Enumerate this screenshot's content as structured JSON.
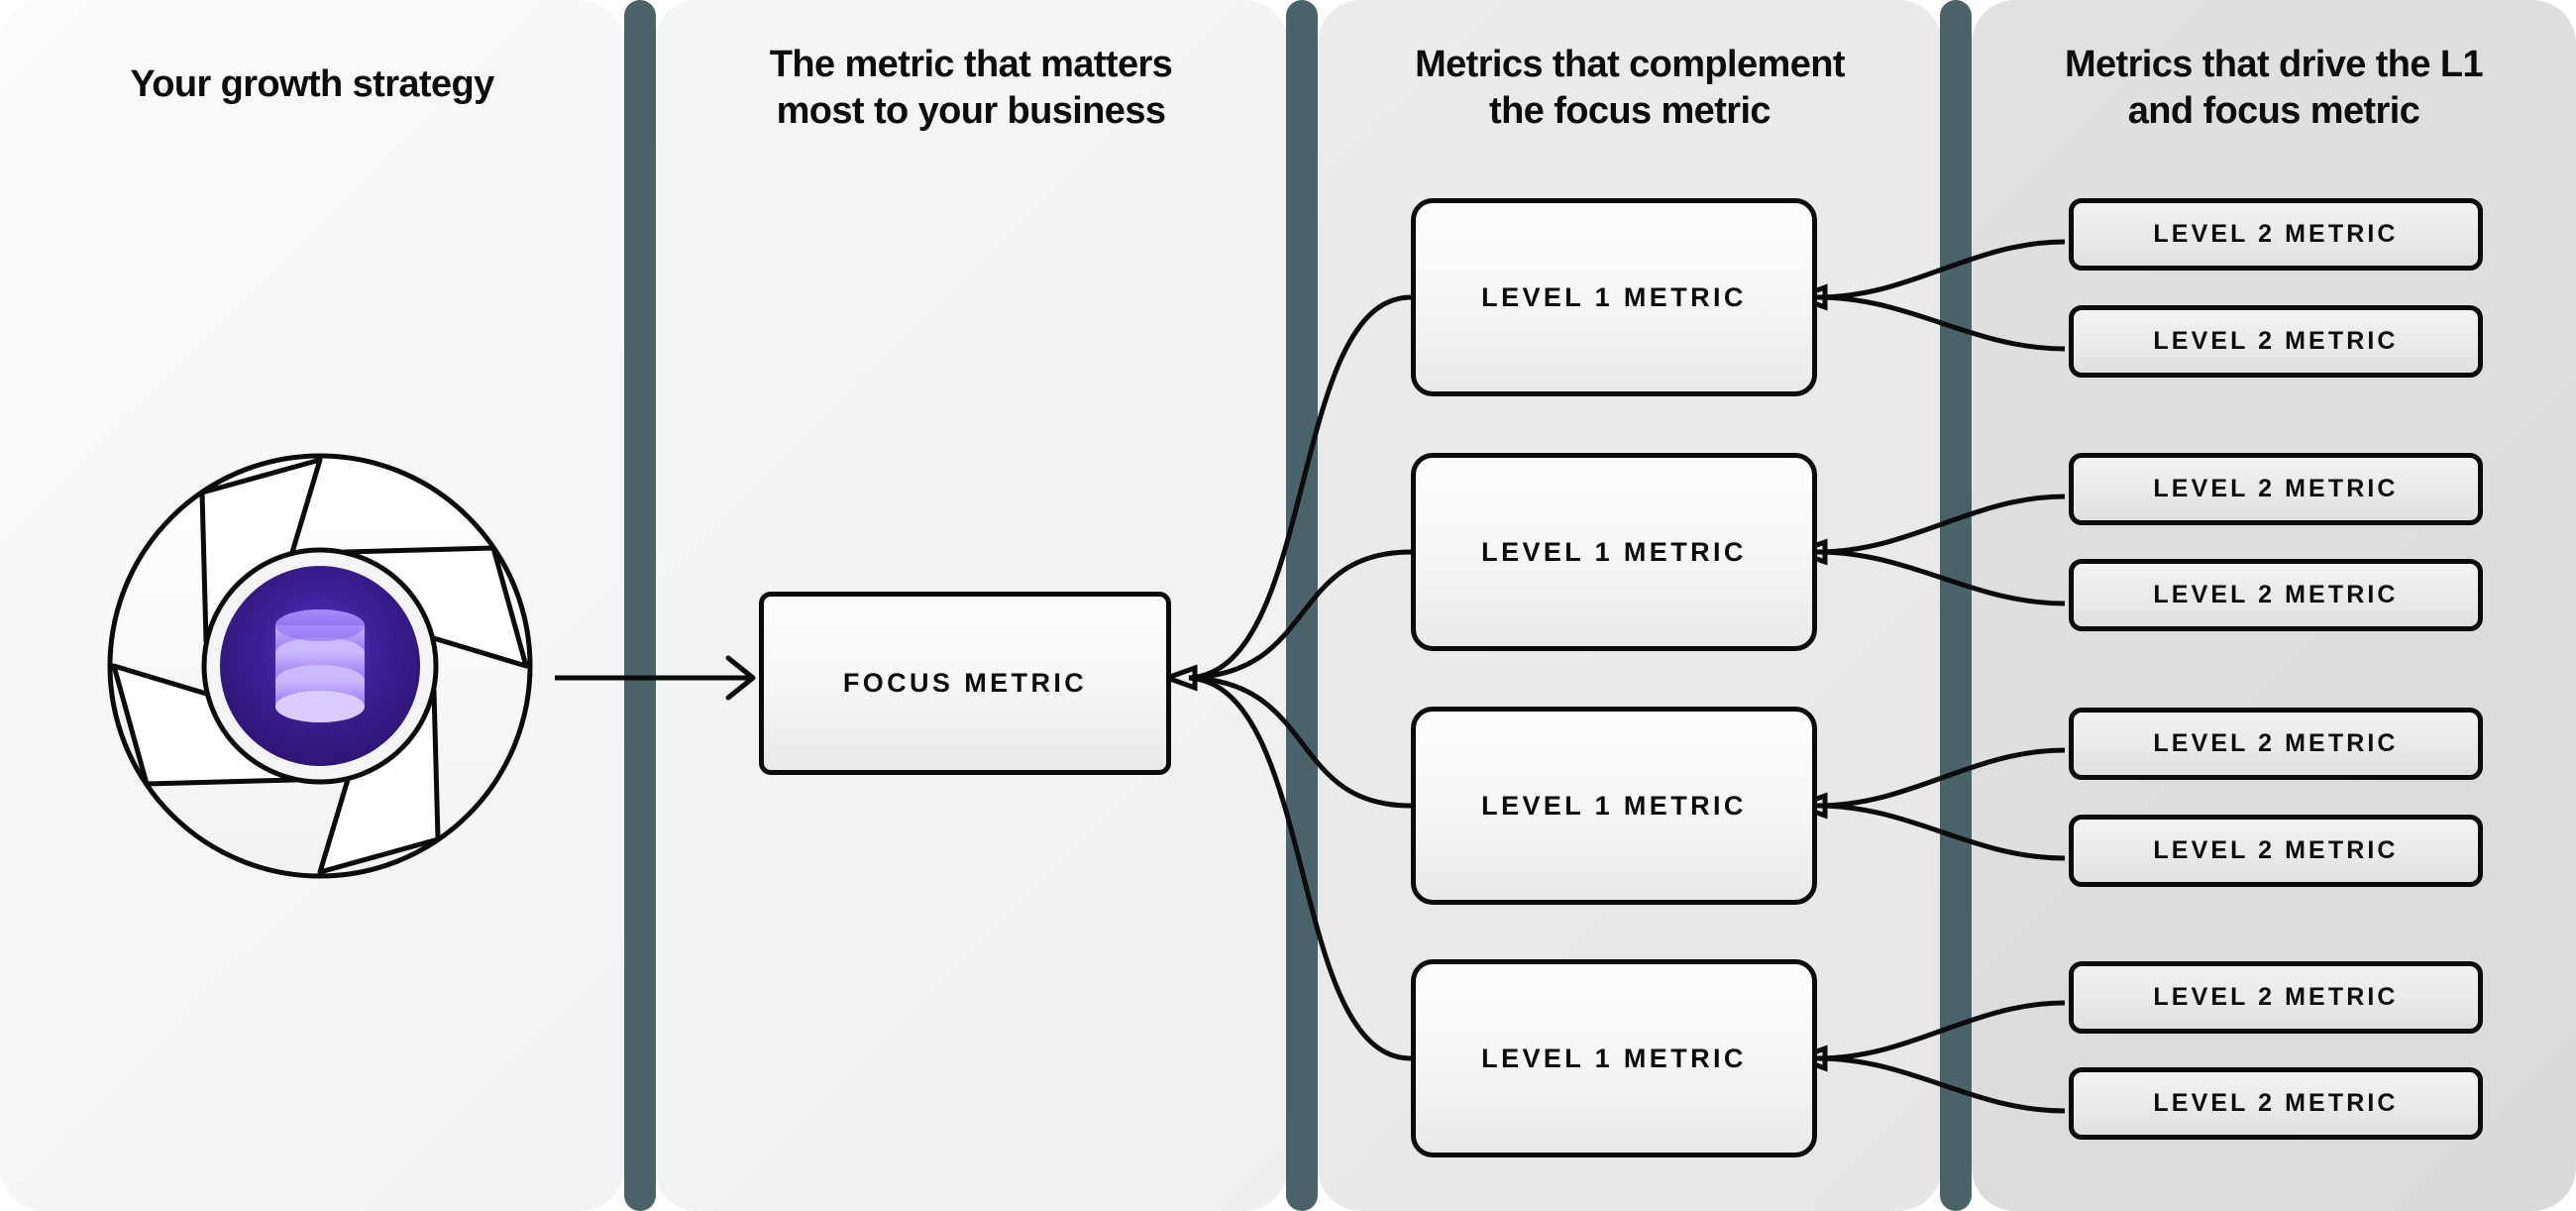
{
  "diagram": {
    "title": "Growth strategy metric tree",
    "accent_divider_color": "#4a6269",
    "node_border_color": "#0b0b0b",
    "logo_core_color": "#3b1e8f",
    "logo_icon_color": "#a78bfa"
  },
  "columns": [
    {
      "id": "col-growth-strategy",
      "heading": "Your growth strategy",
      "background": "#f6f6f6"
    },
    {
      "id": "col-focus-metric",
      "heading": "The metric that matters\nmost to your business",
      "background": "#f2f2f2"
    },
    {
      "id": "col-level-1",
      "heading": "Metrics that complement\nthe focus metric",
      "background": "#e9e9e9"
    },
    {
      "id": "col-level-2",
      "heading": "Metrics that drive the L1\nand focus metric",
      "background": "#dddddd"
    }
  ],
  "logo": {
    "name": "aperture-database-logo",
    "icon": "database-icon",
    "description": "Circular aperture shutter with dark purple core containing a stacked database cylinder"
  },
  "focus_node": {
    "label": "FOCUS METRIC"
  },
  "level1_nodes": [
    {
      "label": "LEVEL 1 METRIC"
    },
    {
      "label": "LEVEL 1 METRIC"
    },
    {
      "label": "LEVEL 1 METRIC"
    },
    {
      "label": "LEVEL 1 METRIC"
    }
  ],
  "level2_nodes": [
    {
      "label": "LEVEL 2 METRIC"
    },
    {
      "label": "LEVEL 2 METRIC"
    },
    {
      "label": "LEVEL 2 METRIC"
    },
    {
      "label": "LEVEL 2 METRIC"
    },
    {
      "label": "LEVEL 2 METRIC"
    },
    {
      "label": "LEVEL 2 METRIC"
    },
    {
      "label": "LEVEL 2 METRIC"
    },
    {
      "label": "LEVEL 2 METRIC"
    }
  ],
  "connectors": {
    "strategy_to_focus": "arrow",
    "focus_to_level1": "curve",
    "level1_to_level2": "curve"
  }
}
